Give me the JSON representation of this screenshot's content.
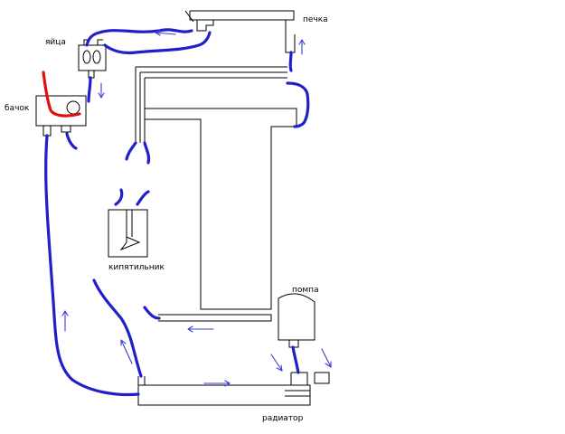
{
  "labels": {
    "stove": "печка",
    "eggs": "яйца",
    "tank": "бачок",
    "heater": "кипятильник",
    "pump": "помпа",
    "radiator": "радиатор"
  },
  "colors": {
    "hose": "#1f1fcc",
    "hot_pipe": "#dd1111",
    "arrow": "#3b3bd6",
    "outline": "#000000"
  }
}
